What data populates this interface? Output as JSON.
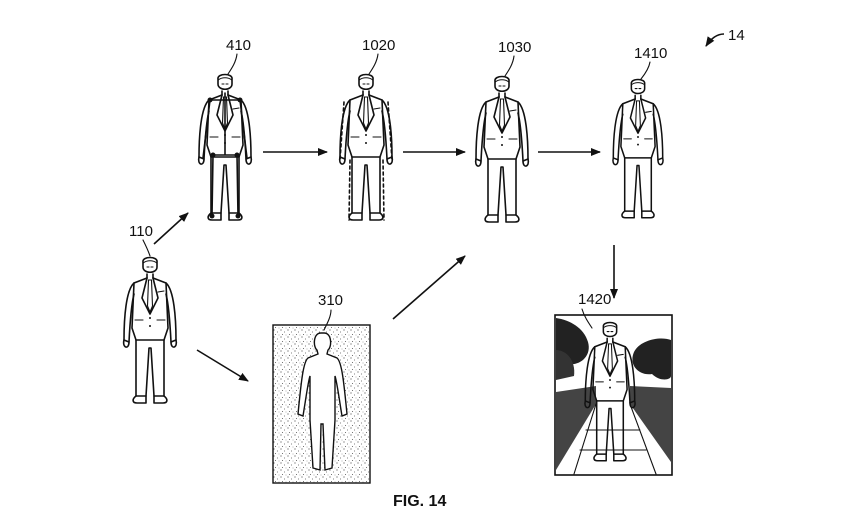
{
  "diagram": {
    "figure_ref": "14",
    "caption": "FIG. 14",
    "nodes": [
      {
        "id": "person-110",
        "label": "110",
        "kind": "input person"
      },
      {
        "id": "skeleton-410",
        "label": "410",
        "kind": "pose skeleton overlay"
      },
      {
        "id": "outline-1020",
        "label": "1020",
        "kind": "dashed outline person"
      },
      {
        "id": "person-1030",
        "label": "1030",
        "kind": "rendered person"
      },
      {
        "id": "person-1410",
        "label": "1410",
        "kind": "output person"
      },
      {
        "id": "silhouette-310",
        "label": "310",
        "kind": "silhouette mask"
      },
      {
        "id": "scene-1420",
        "label": "1420",
        "kind": "composited scene"
      }
    ],
    "edges": [
      {
        "from": "110",
        "to": "410"
      },
      {
        "from": "110",
        "to": "310"
      },
      {
        "from": "410",
        "to": "1020"
      },
      {
        "from": "1020",
        "to": "1030"
      },
      {
        "from": "310",
        "to": "1030"
      },
      {
        "from": "1030",
        "to": "1410"
      },
      {
        "from": "1410",
        "to": "1420"
      }
    ],
    "colors": {
      "ink": "#111111",
      "background": "#ffffff",
      "stipple": "#555555"
    }
  }
}
